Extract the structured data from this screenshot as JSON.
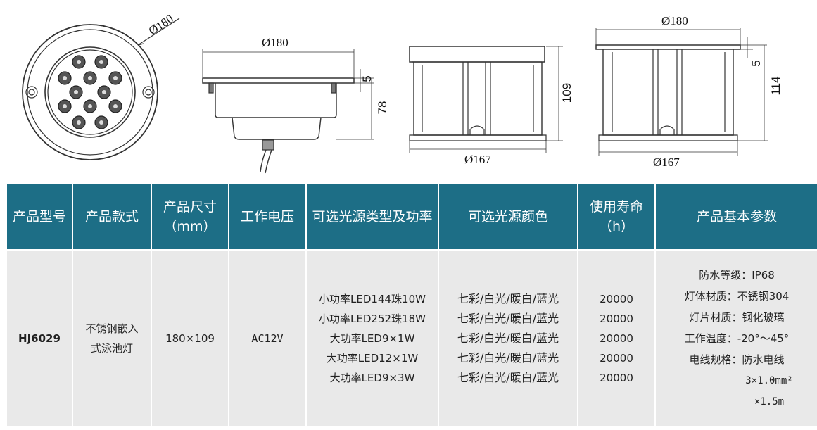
{
  "drawings": {
    "top_view": {
      "diameter_label": "Ø180"
    },
    "side_view": {
      "diameter_label": "Ø180",
      "flange_label": "5",
      "height_label": "78"
    },
    "box_front": {
      "height_label": "109",
      "bottom_label": "Ø167"
    },
    "box_side": {
      "top_label": "Ø180",
      "flange_label": "5",
      "height_label": "114",
      "bottom_label": "Ø167"
    }
  },
  "table": {
    "headers": {
      "model": "产品型号",
      "style": "产品款式",
      "size": "产品尺寸",
      "size_unit": "（mm）",
      "voltage": "工作电压",
      "source_type": "可选光源类型及功率",
      "source_color": "可选光源颜色",
      "life": "使用寿命",
      "life_unit": "（h）",
      "params": "产品基本参数"
    },
    "row": {
      "model": "HJ6029",
      "style_line1": "不锈钢嵌入",
      "style_line2": "式泳池灯",
      "size": "180×109",
      "voltage": "AC12V",
      "source_types": [
        "小功率LED144珠10W",
        "小功率LED252珠18W",
        "大功率LED9×1W",
        "大功率LED12×1W",
        "大功率LED9×3W"
      ],
      "source_colors": [
        "七彩/白光/暖白/蓝光",
        "七彩/白光/暖白/蓝光",
        "七彩/白光/暖白/蓝光",
        "七彩/白光/暖白/蓝光",
        "七彩/白光/暖白/蓝光"
      ],
      "lifetimes": [
        "20000",
        "20000",
        "20000",
        "20000",
        "20000"
      ],
      "params": {
        "waterproof": "防水等级：IP68",
        "body_material": "灯体材质：不锈钢304",
        "lens_material": "灯片材质：钢化玻璃",
        "temperature": "工作温度：-20°～45°",
        "cable_spec": "电线规格：防水电线",
        "cable_size": "3×1.0mm²",
        "cable_length": "×1.5m"
      }
    }
  }
}
